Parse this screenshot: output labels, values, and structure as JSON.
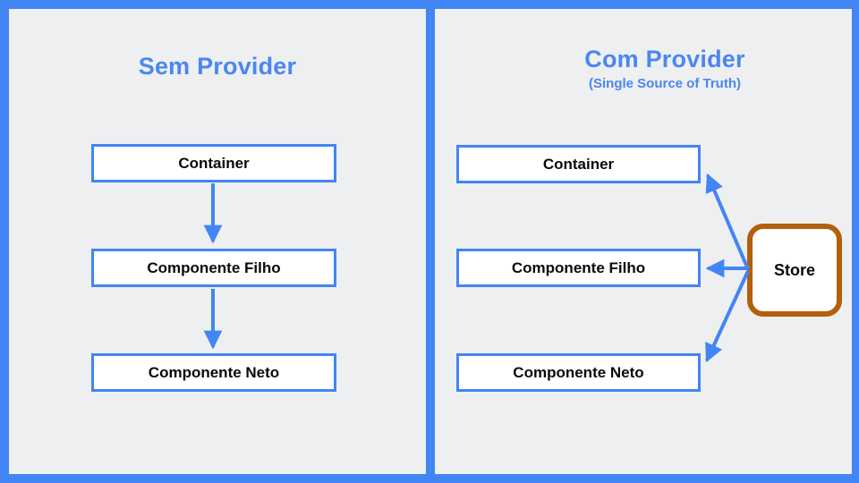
{
  "left_panel": {
    "title": "Sem Provider",
    "boxes": [
      "Container",
      "Componente Filho",
      "Componente Neto"
    ]
  },
  "right_panel": {
    "title": "Com Provider",
    "subtitle": "(Single Source of Truth)",
    "boxes": [
      "Container",
      "Componente Filho",
      "Componente Neto"
    ],
    "store_label": "Store"
  },
  "arrows": {
    "left": [
      {
        "from": "Container",
        "to": "Componente Filho"
      },
      {
        "from": "Componente Filho",
        "to": "Componente Neto"
      }
    ],
    "right": [
      {
        "from": "Store",
        "to": "Container"
      },
      {
        "from": "Store",
        "to": "Componente Filho"
      },
      {
        "from": "Store",
        "to": "Componente Neto"
      }
    ]
  },
  "colors": {
    "frame_blue": "#4285f4",
    "title_blue": "#4a87f0",
    "panel_gray": "#eeeff0",
    "store_border": "#b25f0e",
    "node_text": "#0a0a0a"
  }
}
